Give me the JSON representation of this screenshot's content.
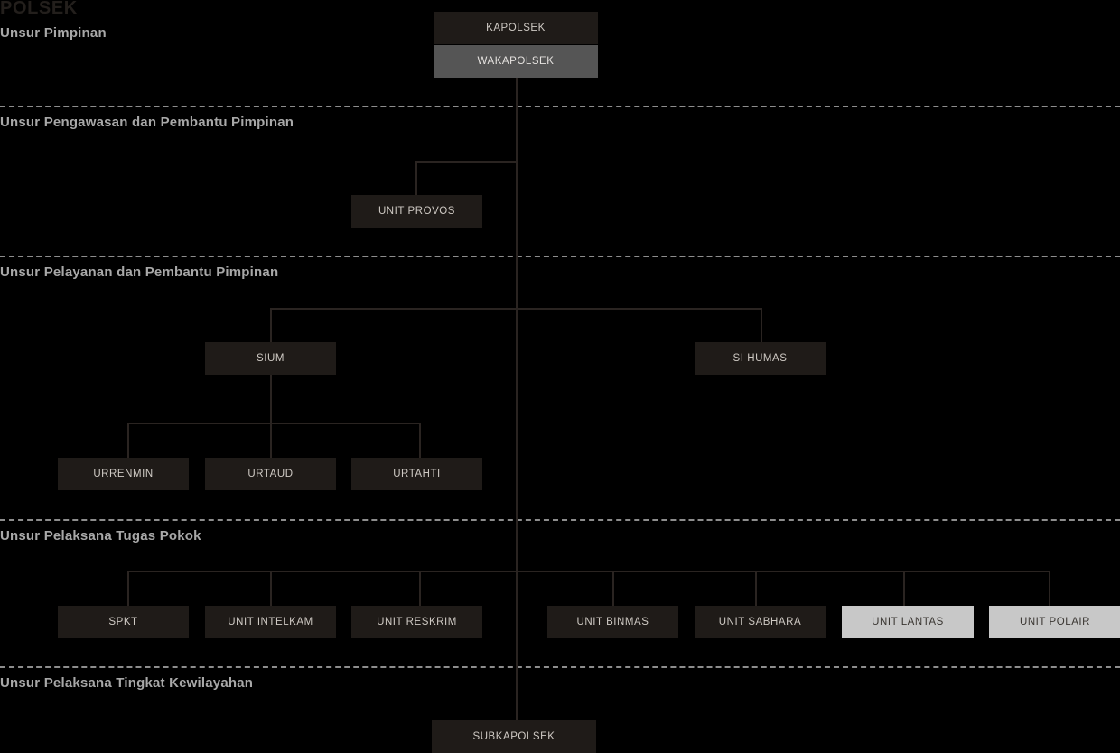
{
  "chart_title": "POLSEK",
  "sections": [
    {
      "id": "pimpinan",
      "label": "Unsur Pimpinan"
    },
    {
      "id": "pengawasan",
      "label": "Unsur Pengawasan dan Pembantu Pimpinan"
    },
    {
      "id": "pelayanan",
      "label": "Unsur Pelayanan dan Pembantu Pimpinan"
    },
    {
      "id": "pelaksana",
      "label": "Unsur Pelaksana Tugas Pokok"
    },
    {
      "id": "kewilayahan",
      "label": "Unsur Pelaksana Tingkat Kewilayahan"
    }
  ],
  "nodes": {
    "kapolsek": "KAPOLSEK",
    "wakapolsek": "WAKAPOLSEK",
    "unit_provos": "UNIT PROVOS",
    "sium": "SIUM",
    "si_humas": "SI HUMAS",
    "urrenmin": "URRENMIN",
    "urtaud": "URTAUD",
    "urtahti": "URTAHTI",
    "spkt": "SPKT",
    "unit_intelkam": "UNIT INTELKAM",
    "unit_reskrim": "UNIT RESKRIM",
    "unit_binmas": "UNIT BINMAS",
    "unit_sabhara": "UNIT SABHARA",
    "unit_lantas": "UNIT LANTAS",
    "unit_polair": "UNIT POLAIR",
    "subkapolsek": "SUBKAPOLSEK"
  },
  "colors": {
    "background": "#000000",
    "box_dark": "#1f1b18",
    "box_mid": "#555555",
    "box_light": "#c8c8c8",
    "line": "#2a2421",
    "divider": "#8d8d8d",
    "section_text": "#a8a8a8",
    "title_text": "#231f1c"
  }
}
